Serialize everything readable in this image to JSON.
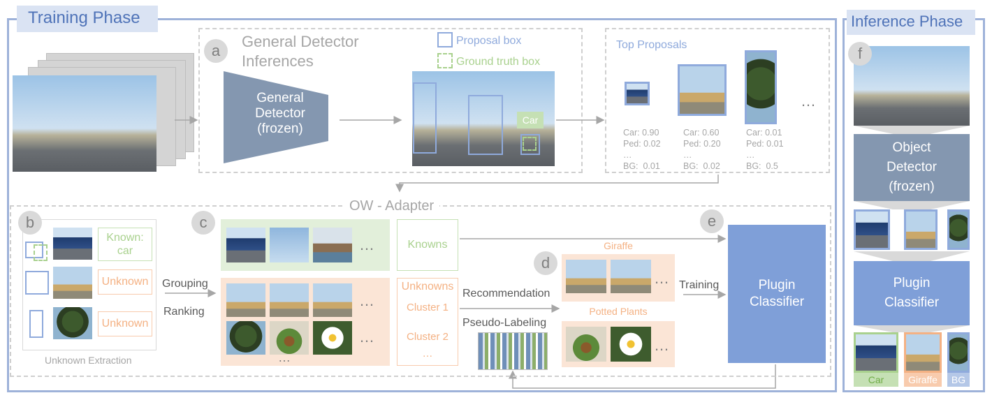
{
  "phases": {
    "training": "Training Phase",
    "inference": "Inference Phase"
  },
  "section_a": {
    "letter": "a",
    "title": "General Detector\nInferences",
    "detector": "General\nDetector\n(frozen)",
    "legend_proposal": "Proposal box",
    "legend_gt": "Ground truth box",
    "gt_label": "Car"
  },
  "top_proposals": {
    "title": "Top Proposals",
    "ellipsis": "…",
    "scores": [
      "Car: 0.90\nPed: 0.02\n…\nBG:  0.01",
      "Car: 0.60\nPed: 0.20\n…\nBG:  0.02",
      "Car: 0.01\nPed: 0.01\n…\nBG:  0.5"
    ]
  },
  "adapter": {
    "title": "OW - Adapter"
  },
  "section_b": {
    "letter": "b",
    "labels": [
      "Known:\ncar",
      "Unknown",
      "Unknown"
    ],
    "caption": "Unknown Extraction"
  },
  "arrows": {
    "grouping": "Grouping",
    "ranking": "Ranking",
    "recommendation": "Recommendation",
    "pseudo": "Pseudo-Labeling",
    "training": "Training"
  },
  "section_c": {
    "letter": "c",
    "knowns": "Knowns",
    "unknowns": "Unknowns",
    "cluster1": "Cluster 1",
    "cluster2": "Cluster 2",
    "more": "…",
    "dots": "…",
    "dots2": "…"
  },
  "section_d": {
    "letter": "d",
    "giraffe": "Giraffe",
    "plants": "Potted Plants",
    "dots": "…"
  },
  "section_e": {
    "letter": "e",
    "classifier": "Plugin\nClassifier"
  },
  "section_f": {
    "letter": "f",
    "detector": "Object\nDetector\n(frozen)",
    "classifier": "Plugin\nClassifier",
    "out_labels": [
      "Car",
      "Giraffe",
      "BG"
    ]
  },
  "colors": {
    "blue": "#8faadc",
    "green": "#a9d18e",
    "orange": "#f4b183",
    "slate": "#8497b0",
    "plugin": "#7f9fd8"
  }
}
